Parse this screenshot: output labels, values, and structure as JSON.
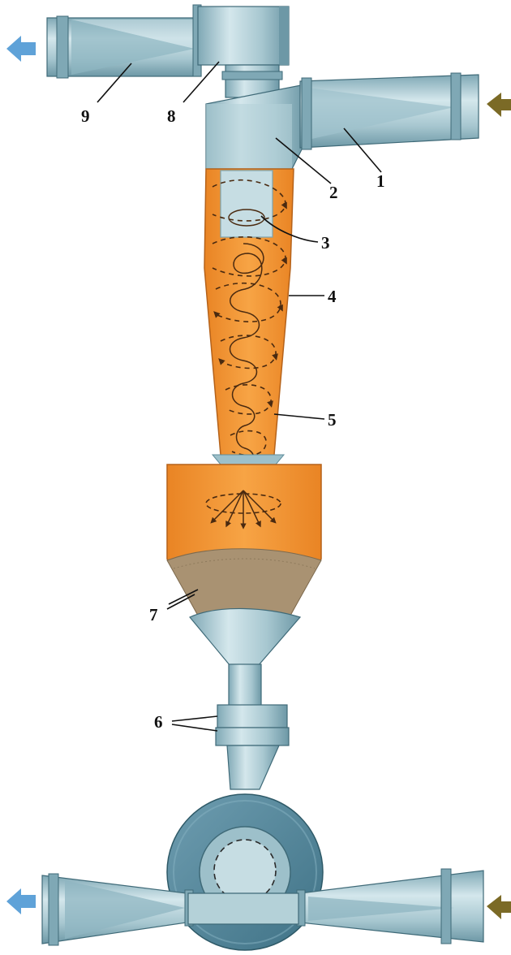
{
  "callouts": {
    "c1": "1",
    "c2": "2",
    "c3": "3",
    "c4": "4",
    "c5": "5",
    "c6": "6",
    "c7": "7",
    "c8": "8",
    "c9": "9"
  },
  "colors": {
    "steel_light": "#c6dde3",
    "steel_mid": "#9dc0ca",
    "steel_dark": "#5f8e9c",
    "steel_deep": "#3f6a78",
    "dust_orange": "#f39a3a",
    "dust_orange_dark": "#e07f1c",
    "sediment": "#a99272",
    "arrow_out_blue": "#5fa2d8",
    "arrow_in_brown": "#7b6a26",
    "spiral": "#4a2a10"
  },
  "icons": {
    "top_outlet_arrow": "arrow-left-icon",
    "top_inlet_arrow": "arrow-left-icon",
    "bottom_outlet_arrow": "arrow-left-icon",
    "bottom_inlet_arrow": "arrow-left-icon"
  }
}
